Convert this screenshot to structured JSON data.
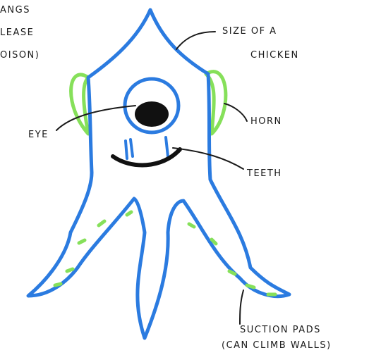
{
  "labels": {
    "fangs": [
      "ANGS",
      "LEASE",
      "OISON)"
    ],
    "size": [
      "SIZE OF A",
      "CHICKEN"
    ],
    "horn": "HORN",
    "eye": "EYE",
    "teeth": "TEETH",
    "suction": [
      "SUCTION PADS",
      "(CAN CLIMB WALLS)"
    ]
  },
  "colors": {
    "body_outline": "#2b7be0",
    "horn": "#86e05a",
    "pads": "#86e05a",
    "eye": "#111111",
    "ink": "#1b1b1b"
  }
}
